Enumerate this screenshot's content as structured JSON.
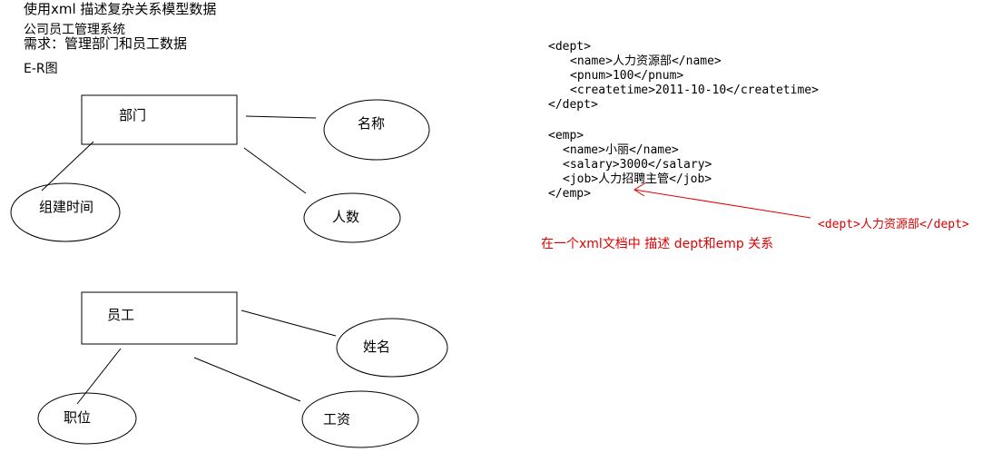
{
  "notes": {
    "line1": "使用xml 描述复杂关系模型数据",
    "line2": "公司员工管理系统",
    "line3": "需求：管理部门和员工数据",
    "line4": "E-R图"
  },
  "er": {
    "dept_entity": "部门",
    "dept_attrs": {
      "name": "名称",
      "pnum": "人数",
      "createtime": "组建时间"
    },
    "emp_entity": "员工",
    "emp_attrs": {
      "name": "姓名",
      "salary": "工资",
      "job": "职位"
    }
  },
  "xml": {
    "dept": [
      "<dept>",
      "<name>人力资源部</name>",
      "<pnum>100</pnum>",
      "<createtime>2011-10-10</createtime>",
      "</dept>"
    ],
    "emp": [
      "<emp>",
      "<name>小丽</name>",
      "<salary>3000</salary>",
      "<job>人力招聘主管</job>",
      "</emp>"
    ]
  },
  "annotation": {
    "ref": "<dept>人力资源部</dept>",
    "caption": "在一个xml文档中 描述 dept和emp 关系",
    "color": "#e00000"
  }
}
